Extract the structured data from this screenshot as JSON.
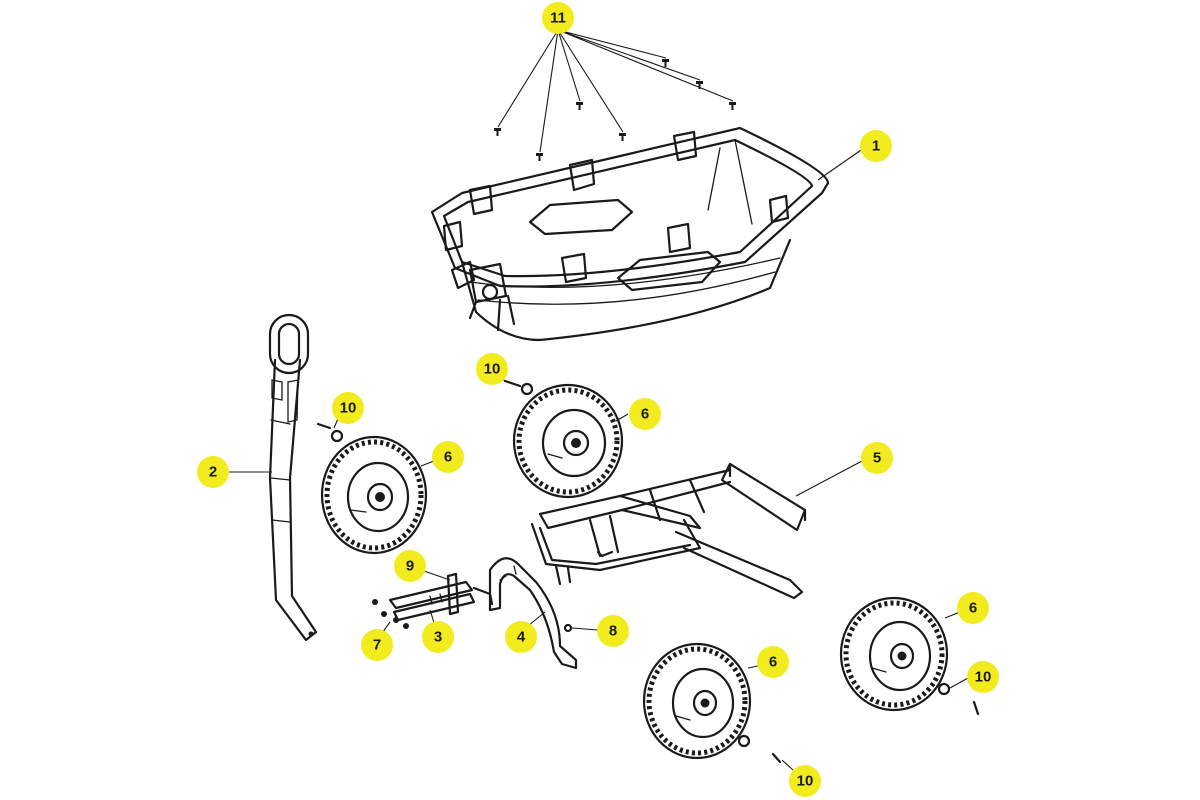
{
  "callouts": [
    {
      "id": "c11",
      "label": "11"
    },
    {
      "id": "c1",
      "label": "1"
    },
    {
      "id": "c10a",
      "label": "10"
    },
    {
      "id": "c6a",
      "label": "6"
    },
    {
      "id": "c10b",
      "label": "10"
    },
    {
      "id": "c2",
      "label": "2"
    },
    {
      "id": "c6b",
      "label": "6"
    },
    {
      "id": "c5",
      "label": "5"
    },
    {
      "id": "c9",
      "label": "9"
    },
    {
      "id": "c7",
      "label": "7"
    },
    {
      "id": "c3",
      "label": "3"
    },
    {
      "id": "c4",
      "label": "4"
    },
    {
      "id": "c8",
      "label": "8"
    },
    {
      "id": "c6c",
      "label": "6"
    },
    {
      "id": "c6d",
      "label": "6"
    },
    {
      "id": "c10c",
      "label": "10"
    },
    {
      "id": "c10d",
      "label": "10"
    }
  ],
  "colors": {
    "callout_fill": "#f2ec1f",
    "ink": "#1a1a1a",
    "background": "#ffffff"
  }
}
